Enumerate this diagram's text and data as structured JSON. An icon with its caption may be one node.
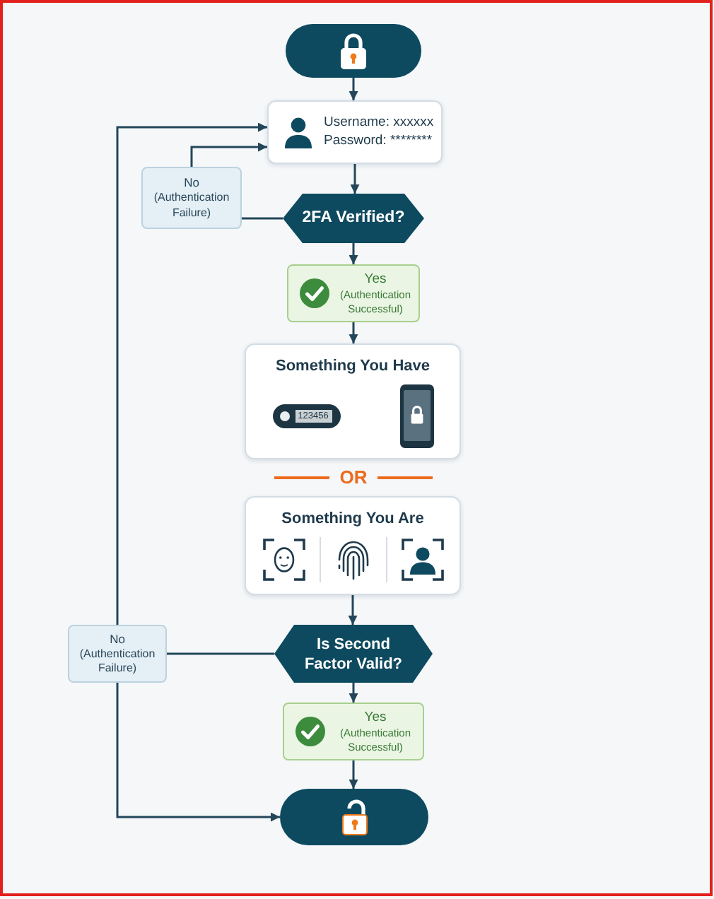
{
  "diagram": {
    "nodes": [
      {
        "text": [],
        "shape": "pill"
      },
      {
        "text": [
          "Username: xxxxxx",
          "Password: ********"
        ]
      },
      {
        "text": [
          "No",
          "(Authentication Failure)"
        ]
      },
      {
        "text": [
          "2FA Verified?"
        ]
      },
      {
        "text": [
          "Yes",
          "(Authentication Successful)"
        ]
      },
      {
        "text": [
          "Something You Have",
          "123456"
        ]
      },
      {
        "text": [
          "Something You Are"
        ]
      },
      {
        "text": [
          "No",
          "(Authentication Failure)"
        ]
      },
      {
        "text": [
          "Is Second Factor Valid?"
        ]
      },
      {
        "text": [
          "Yes",
          "(Authentication Successful)"
        ]
      },
      {
        "text": [],
        "shape": "pill"
      }
    ],
    "edges": [
      {
        "from": 0,
        "to": 1,
        "arrow": "to"
      },
      {
        "from": 1,
        "to": 3,
        "arrow": "to"
      },
      {
        "from": 3,
        "to": 2,
        "arrow": "none"
      },
      {
        "from": 2,
        "to": 1,
        "arrow": "to"
      },
      {
        "from": 3,
        "to": 4,
        "arrow": "to"
      },
      {
        "from": 4,
        "to": 5,
        "arrow": "to"
      },
      {
        "from": 6,
        "to": 8,
        "arrow": "to"
      },
      {
        "from": 8,
        "to": 7,
        "arrow": "none"
      },
      {
        "from": 7,
        "to": 1,
        "arrow": "to"
      },
      {
        "from": 7,
        "to": 10,
        "arrow": "to"
      },
      {
        "from": 8,
        "to": 9,
        "arrow": "to"
      },
      {
        "from": 9,
        "to": 10,
        "arrow": "to"
      }
    ],
    "labels": [
      "OR"
    ]
  }
}
